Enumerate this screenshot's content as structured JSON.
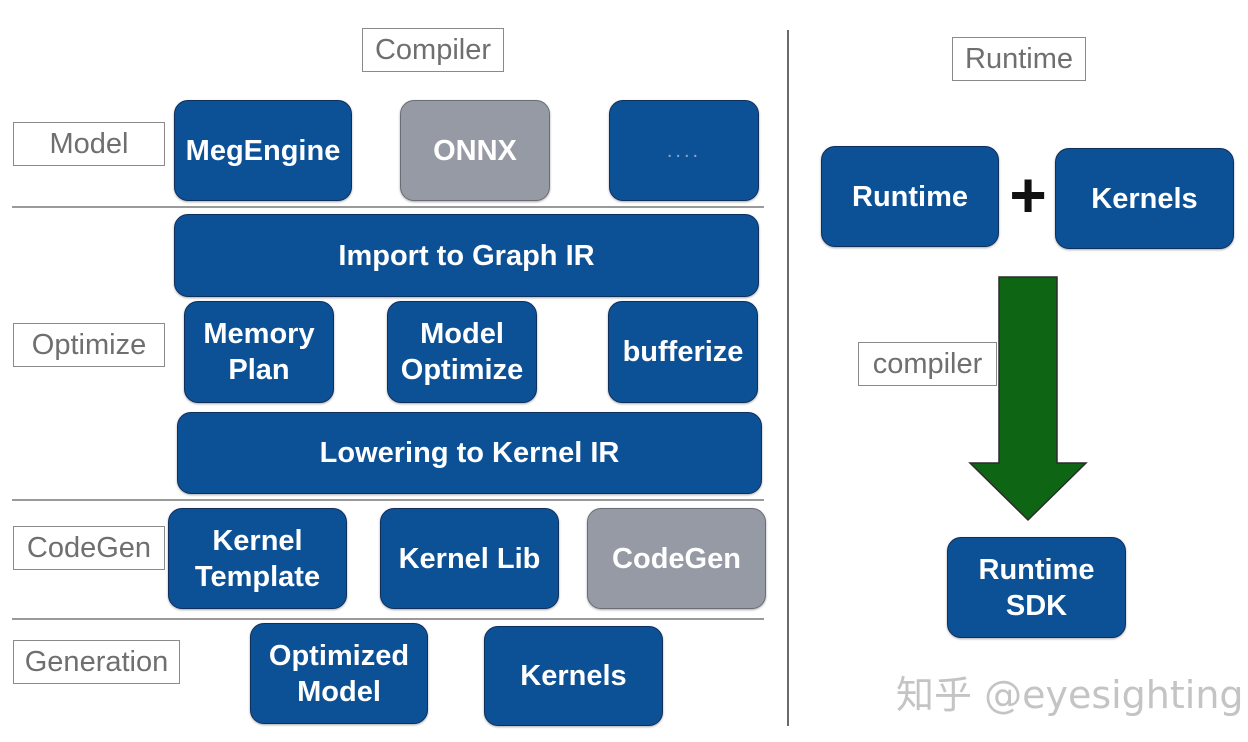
{
  "compiler_label": "Compiler",
  "runtime_label": "Runtime",
  "row_labels": {
    "model": "Model",
    "optimize": "Optimize",
    "codegen": "CodeGen",
    "generation": "Generation"
  },
  "model_row": {
    "megengine": "MegEngine",
    "onnx": "ONNX",
    "more": "...."
  },
  "optimize_row": {
    "import": "Import to Graph IR",
    "memory_plan_line1": "Memory",
    "memory_plan_line2": "Plan",
    "model_optimize_line1": "Model",
    "model_optimize_line2": "Optimize",
    "bufferize": "bufferize",
    "lowering": "Lowering to Kernel IR"
  },
  "codegen_row": {
    "kernel_template_line1": "Kernel",
    "kernel_template_line2": "Template",
    "kernel_lib": "Kernel Lib",
    "codegen": "CodeGen"
  },
  "generation_row": {
    "optimized_model_line1": "Optimized",
    "optimized_model_line2": "Model",
    "kernels": "Kernels"
  },
  "runtime_side": {
    "runtime": "Runtime",
    "plus": "+",
    "kernels": "Kernels",
    "compiler": "compiler",
    "sdk_line1": "Runtime",
    "sdk_line2": "SDK"
  },
  "watermark": "知乎 @eyesighting",
  "colors": {
    "block_blue": "#0c5096",
    "block_gray": "#969aa4",
    "arrow_green": "#0e6614"
  }
}
